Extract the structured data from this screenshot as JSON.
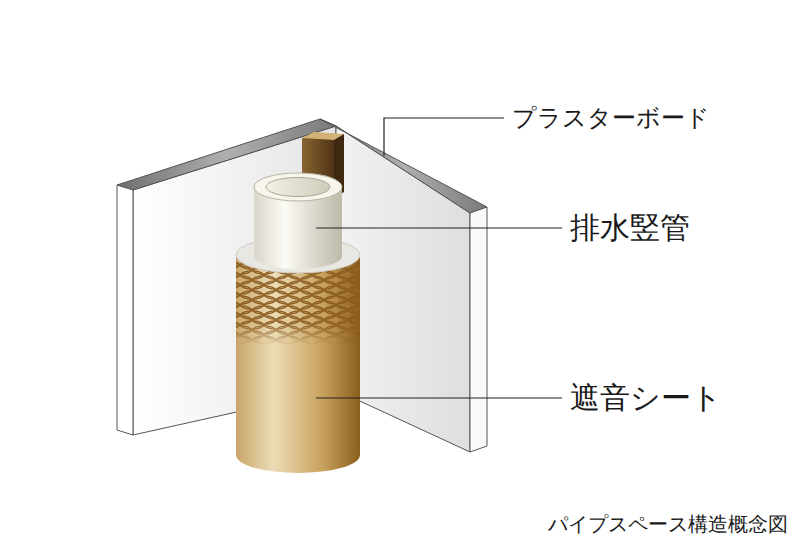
{
  "diagram": {
    "caption": "パイプスペース構造概念図",
    "labels": [
      "プラスターボード",
      "排水竪管",
      "遮音シート"
    ]
  }
}
